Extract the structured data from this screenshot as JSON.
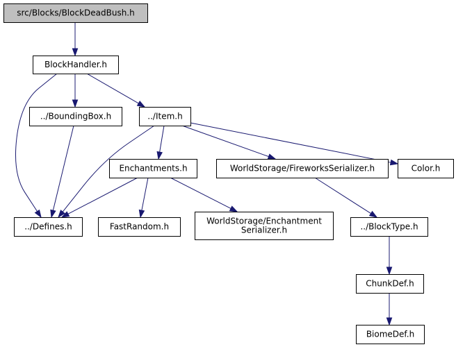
{
  "graph": {
    "type": "include-dependency-graph",
    "colors": {
      "edge": "#191970",
      "root_fill": "#bfbfbf",
      "node_fill": "#ffffff",
      "node_border": "#000000"
    },
    "nodes": [
      {
        "id": "n0",
        "lines": [
          "src/Blocks/BlockDeadBush.h"
        ],
        "root": true
      },
      {
        "id": "n1",
        "lines": [
          "BlockHandler.h"
        ]
      },
      {
        "id": "n2",
        "lines": [
          "../BoundingBox.h"
        ]
      },
      {
        "id": "n3",
        "lines": [
          "../Item.h"
        ]
      },
      {
        "id": "n4",
        "lines": [
          "Enchantments.h"
        ]
      },
      {
        "id": "n5",
        "lines": [
          "WorldStorage/FireworksSerializer.h"
        ]
      },
      {
        "id": "n6",
        "lines": [
          "Color.h"
        ]
      },
      {
        "id": "n7",
        "lines": [
          "../Defines.h"
        ]
      },
      {
        "id": "n8",
        "lines": [
          "FastRandom.h"
        ]
      },
      {
        "id": "n9",
        "lines": [
          "WorldStorage/Enchantment",
          "Serializer.h"
        ]
      },
      {
        "id": "n10",
        "lines": [
          "../BlockType.h"
        ]
      },
      {
        "id": "n11",
        "lines": [
          "ChunkDef.h"
        ]
      },
      {
        "id": "n12",
        "lines": [
          "BiomeDef.h"
        ]
      }
    ],
    "edges": [
      {
        "from": "n0",
        "to": "n1"
      },
      {
        "from": "n1",
        "to": "n7"
      },
      {
        "from": "n1",
        "to": "n2"
      },
      {
        "from": "n1",
        "to": "n3"
      },
      {
        "from": "n2",
        "to": "n7"
      },
      {
        "from": "n3",
        "to": "n7"
      },
      {
        "from": "n3",
        "to": "n4"
      },
      {
        "from": "n3",
        "to": "n5"
      },
      {
        "from": "n3",
        "to": "n6"
      },
      {
        "from": "n4",
        "to": "n7"
      },
      {
        "from": "n4",
        "to": "n8"
      },
      {
        "from": "n4",
        "to": "n9"
      },
      {
        "from": "n5",
        "to": "n10"
      },
      {
        "from": "n10",
        "to": "n11"
      },
      {
        "from": "n11",
        "to": "n12"
      }
    ]
  }
}
